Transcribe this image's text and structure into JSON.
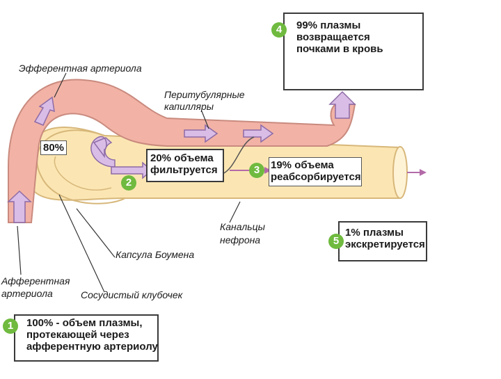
{
  "labels": {
    "efferent": "Эфферентная артериола",
    "peritubular_1": "Перитубулярные",
    "peritubular_2": "капилляры",
    "tubules_1": "Канальцы",
    "tubules_2": "нефрона",
    "bowman": "Капсула Боумена",
    "afferent_1": "Афферентная",
    "afferent_2": "артериола",
    "glomerulus": "Сосудистый клубочек"
  },
  "percent_80": "80%",
  "steps": [
    {
      "number": "1",
      "lines": [
        "100% - объем плазмы,",
        "протекающей через",
        "афферентную артериолу"
      ]
    },
    {
      "number": "2",
      "lines": [
        "20% объема",
        "фильтруется"
      ]
    },
    {
      "number": "3",
      "lines": [
        "19% объема",
        "реабсорбируется"
      ]
    },
    {
      "number": "4",
      "lines": [
        "99% плазмы",
        "возвращается",
        "почками в кровь"
      ]
    },
    {
      "number": "5",
      "lines": [
        "1% плазмы",
        "экскретируется"
      ]
    }
  ],
  "colors": {
    "vessel_fill": "#f2b3a6",
    "vessel_stroke": "#c98a7e",
    "tubule_fill": "#fbe6b3",
    "tubule_stroke": "#d7b77a",
    "arrow_fill": "#d9bde6",
    "arrow_stroke": "#8d6aa6",
    "badge": "#6fba3f",
    "exit_arrow": "#b36aa8"
  }
}
